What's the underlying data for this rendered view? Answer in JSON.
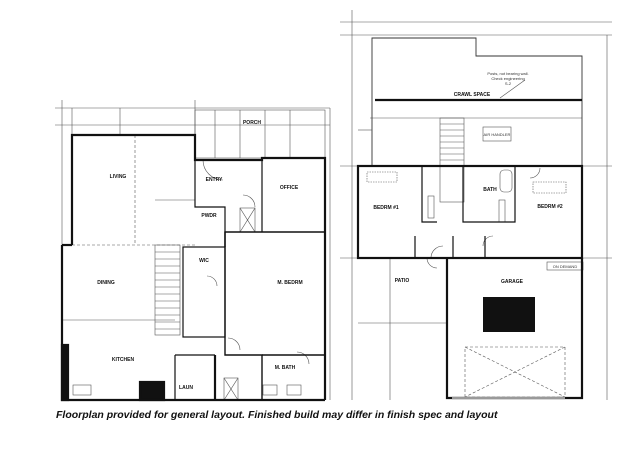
{
  "caption": "Floorplan provided for general layout. Finished build may differ in finish spec and layout",
  "main_floor": {
    "rooms": {
      "living": "LIVING",
      "porch": "PORCH",
      "entry": "ENTRY",
      "office": "OFFICE",
      "powder": "PWDR",
      "dining": "DINING",
      "wic": "WIC",
      "master_bedroom": "M. BEDRM",
      "kitchen": "KITCHEN",
      "laundry": "LAUN",
      "master_bath": "M. BATH"
    }
  },
  "lower_floor": {
    "rooms": {
      "crawl_space": "CRAWL SPACE",
      "air_handler": "AIR HANDLER",
      "bedroom_1": "BEDRM #1",
      "bath": "BATH",
      "bedroom_2": "BEDRM #2",
      "patio": "PATIO",
      "garage": "GARAGE",
      "on_demand": "ON DEMAND"
    },
    "note_lines": [
      "Posts, not bearing wall.",
      "Check engineering",
      "S-2"
    ]
  },
  "colors": {
    "wall": "#111111",
    "line": "#555555",
    "background": "#ffffff"
  }
}
